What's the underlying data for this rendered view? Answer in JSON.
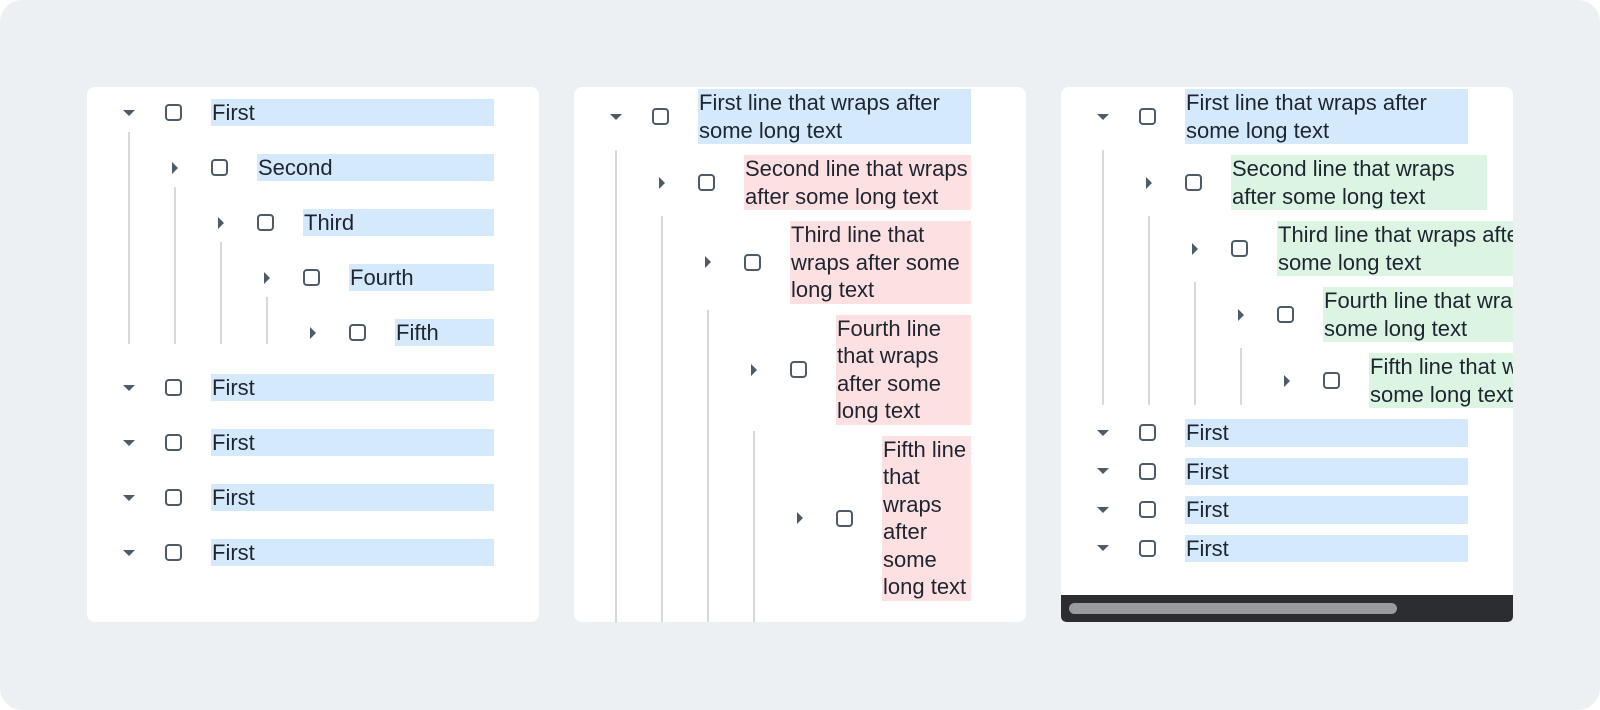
{
  "panels": [
    {
      "id": "p1",
      "mode": "clip",
      "rows": [
        {
          "label": "First",
          "level": 0,
          "expanded": true,
          "color": "blue"
        },
        {
          "label": "Second",
          "level": 1,
          "expanded": false,
          "color": "blue"
        },
        {
          "label": "Third",
          "level": 2,
          "expanded": false,
          "color": "blue"
        },
        {
          "label": "Fourth",
          "level": 3,
          "expanded": false,
          "color": "blue"
        },
        {
          "label": "Fifth",
          "level": 4,
          "expanded": false,
          "color": "blue"
        },
        {
          "label": "First",
          "level": 0,
          "expanded": true,
          "color": "blue"
        },
        {
          "label": "First",
          "level": 0,
          "expanded": true,
          "color": "blue"
        },
        {
          "label": "First",
          "level": 0,
          "expanded": true,
          "color": "blue"
        },
        {
          "label": "First",
          "level": 0,
          "expanded": true,
          "color": "blue"
        }
      ]
    },
    {
      "id": "p2",
      "mode": "wrap",
      "rows": [
        {
          "label": "First line that wraps after some long text",
          "level": 0,
          "expanded": true,
          "color": "blue"
        },
        {
          "label": "Second line that wraps after some long text",
          "level": 1,
          "expanded": false,
          "color": "red"
        },
        {
          "label": "Third line that wraps after some long text",
          "level": 2,
          "expanded": false,
          "color": "red"
        },
        {
          "label": "Fourth line that wraps after some long text",
          "level": 3,
          "expanded": false,
          "color": "red"
        },
        {
          "label": "Fifth line that wraps after some long text",
          "level": 4,
          "expanded": false,
          "color": "red"
        }
      ]
    },
    {
      "id": "p3",
      "mode": "scroll",
      "rows": [
        {
          "label": "First line that wraps after some long text",
          "level": 0,
          "expanded": true,
          "color": "blue"
        },
        {
          "label": "Second line that wraps after some long text",
          "level": 1,
          "expanded": false,
          "color": "green"
        },
        {
          "label": "Third line that wraps after some long text",
          "level": 2,
          "expanded": false,
          "color": "green"
        },
        {
          "label": "Fourth line that wraps after some long text",
          "level": 3,
          "expanded": false,
          "color": "green"
        },
        {
          "label": "Fifth line that wraps after some long text",
          "level": 4,
          "expanded": false,
          "color": "green"
        },
        {
          "label": "First",
          "level": 0,
          "expanded": true,
          "color": "blue"
        },
        {
          "label": "First",
          "level": 0,
          "expanded": true,
          "color": "blue"
        },
        {
          "label": "First",
          "level": 0,
          "expanded": true,
          "color": "blue"
        },
        {
          "label": "First",
          "level": 0,
          "expanded": true,
          "color": "blue"
        }
      ]
    }
  ],
  "colors": {
    "blue": "#d4eafc",
    "red": "#fde0e1",
    "green": "#dcf5e3",
    "caret": "#4d5b68",
    "guide": "#d5d9dd"
  },
  "icons": {
    "expanded": "caret-down-icon",
    "collapsed": "caret-right-icon",
    "checkbox": "checkbox-icon"
  }
}
